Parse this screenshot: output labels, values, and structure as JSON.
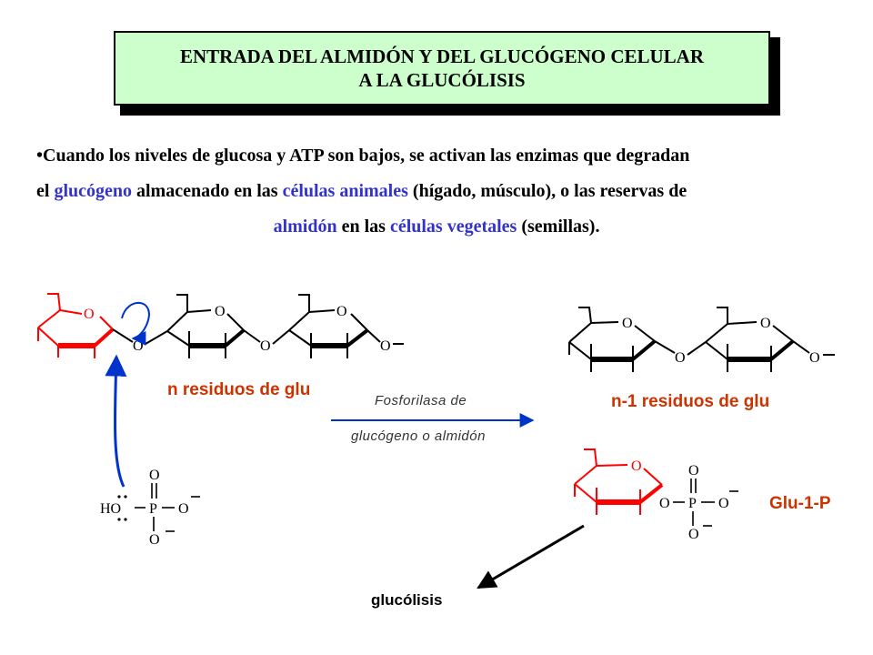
{
  "title": {
    "line1": "ENTRADA DEL ALMIDÓN  Y DEL GLUCÓGENO CELULAR",
    "line2": "A LA GLUCÓLISIS"
  },
  "paragraph": {
    "bullet": "•",
    "t1": "Cuando los niveles de glucosa y ATP son bajos, se activan las enzimas que degradan",
    "t2": "el ",
    "glucogeno": "glucógeno",
    "t3": " almacenado en las ",
    "celulas_animales": "células animales",
    "t4": " (hígado, músculo), o las reservas de",
    "almidon": "almidón",
    "t5": " en las ",
    "celulas_vegetales": "células vegetales",
    "t6": " (semillas)."
  },
  "labels": {
    "n_residues": "n residuos de glu",
    "n1_residues": "n-1 residuos de glu",
    "glu1p": "Glu-1-P",
    "glucolisis": "glucólisis",
    "enzyme_line1": "Fosforilasa de",
    "enzyme_line2": "glucógeno o almidón"
  },
  "atoms": {
    "oxygen": "O",
    "phosphorus": "P",
    "ho": "HO",
    "o_minus": "O"
  },
  "colors": {
    "title_bg": "#ccffcc",
    "highlight": "#3333cc",
    "label_red": "#cc3300",
    "ring_red": "#ff0000",
    "arrow_blue": "#0033cc"
  }
}
